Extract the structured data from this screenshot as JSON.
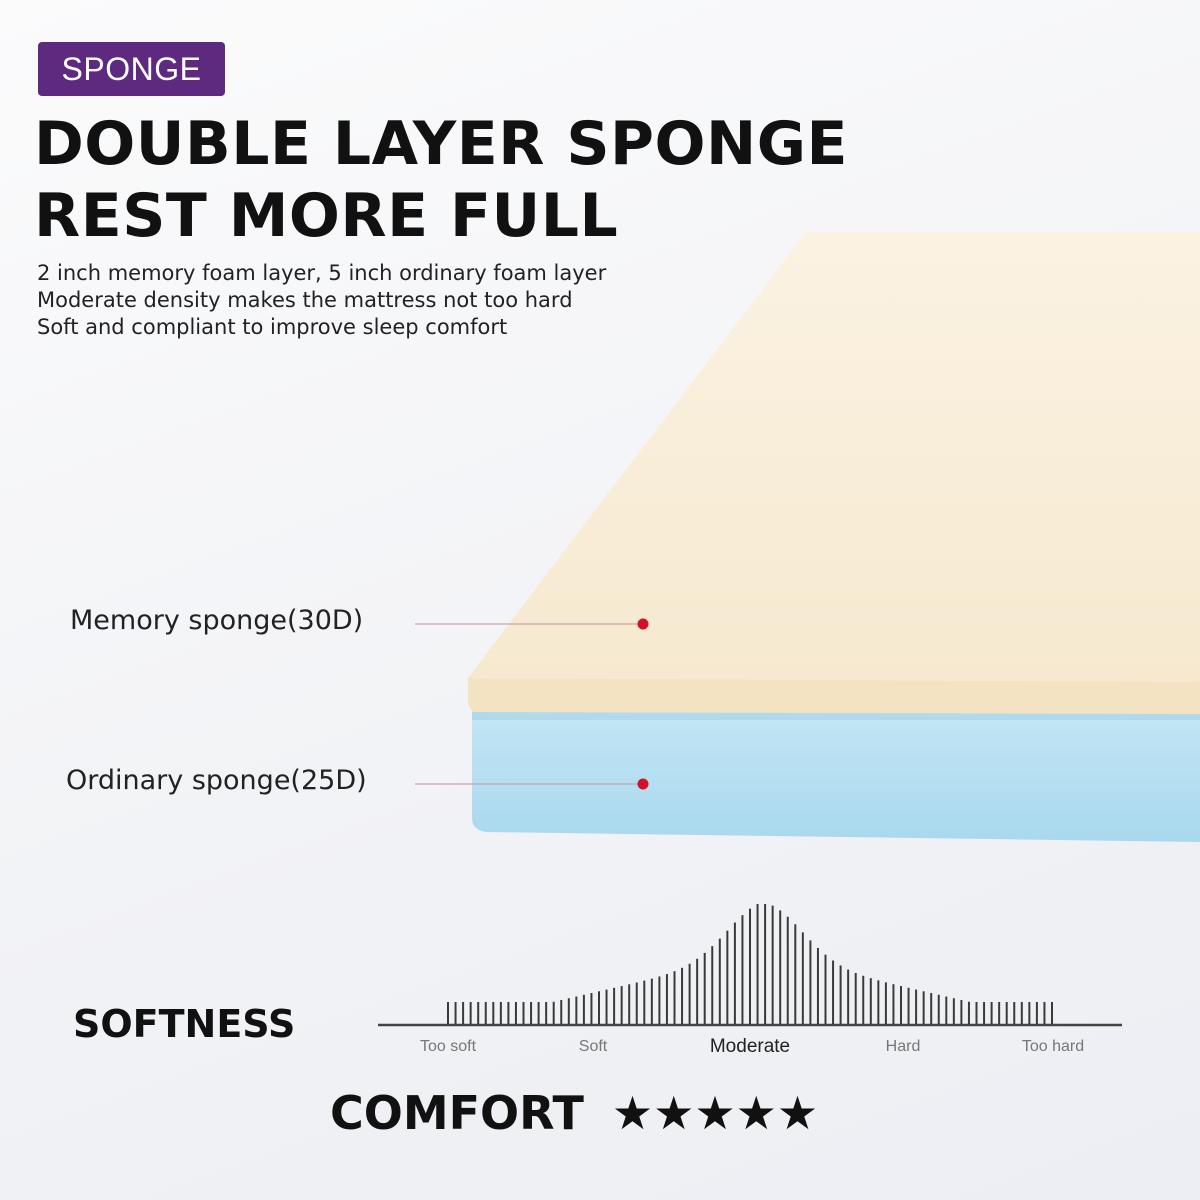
{
  "badge": {
    "label": "SPONGE",
    "color": "#5d2a80"
  },
  "headline": {
    "line1": "DOUBLE LAYER SPONGE",
    "line2": "REST MORE FULL"
  },
  "description": [
    "2 inch memory foam layer, 5 inch ordinary foam layer",
    "Moderate density makes the mattress not too hard",
    "Soft and compliant to improve sleep comfort"
  ],
  "layers": [
    {
      "label": "Memory sponge(30D)",
      "color": "#f8ecd6"
    },
    {
      "label": "Ordinary sponge(25D)",
      "color": "#b6e0f2"
    }
  ],
  "marker_color": "#d3122a",
  "softness": {
    "title": "SOFTNESS",
    "scale_labels": [
      "Too soft",
      "Soft",
      "Moderate",
      "Hard",
      "Too hard"
    ],
    "selected": "Moderate"
  },
  "comfort": {
    "title": "COMFORT",
    "rating": 5,
    "max": 5,
    "icon": "star-icon"
  }
}
